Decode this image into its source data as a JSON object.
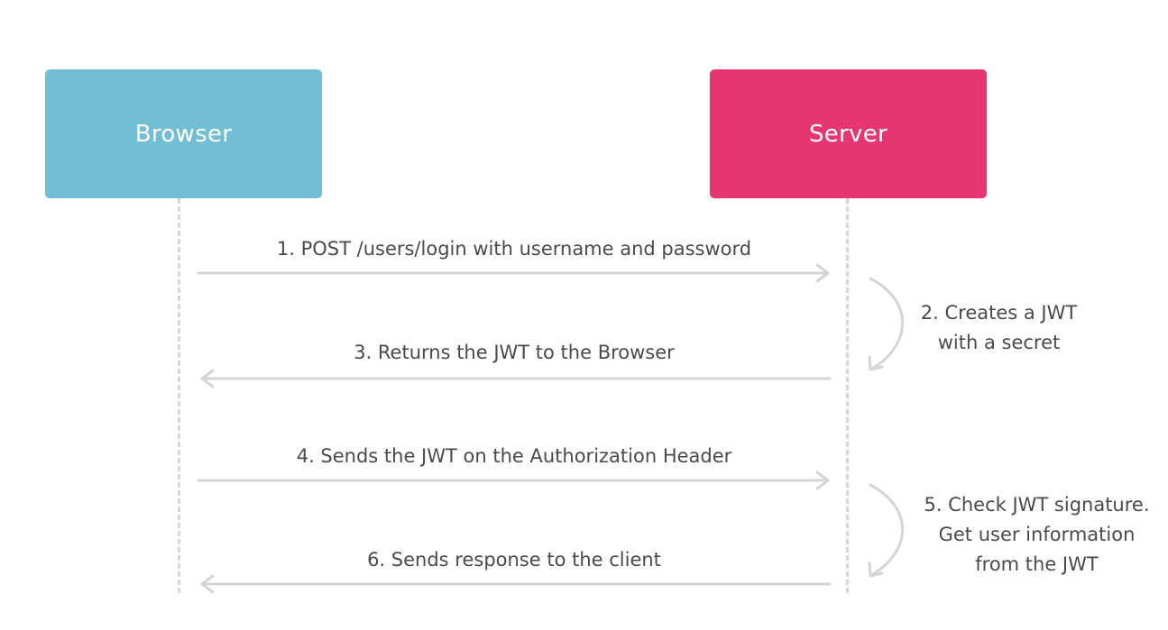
{
  "actors": {
    "browser": {
      "label": "Browser",
      "color": "#72bed4"
    },
    "server": {
      "label": "Server",
      "color": "#e53672"
    }
  },
  "messages": [
    {
      "label": "1. POST /users/login with username and password",
      "from": "browser",
      "to": "server"
    },
    {
      "label": "3. Returns the JWT to the Browser",
      "from": "server",
      "to": "browser"
    },
    {
      "label": "4. Sends the JWT on the Authorization Header",
      "from": "browser",
      "to": "server"
    },
    {
      "label": "6. Sends response to the client",
      "from": "server",
      "to": "browser"
    }
  ],
  "self_steps": [
    {
      "lines": [
        "2. Creates a JWT",
        "with a secret"
      ]
    },
    {
      "lines": [
        "5. Check JWT signature.",
        "Get user information",
        "from the JWT"
      ]
    }
  ],
  "colors": {
    "arrow": "#d5d5d5",
    "lifeline": "#d7d7d7",
    "text": "#4a4a4a"
  }
}
